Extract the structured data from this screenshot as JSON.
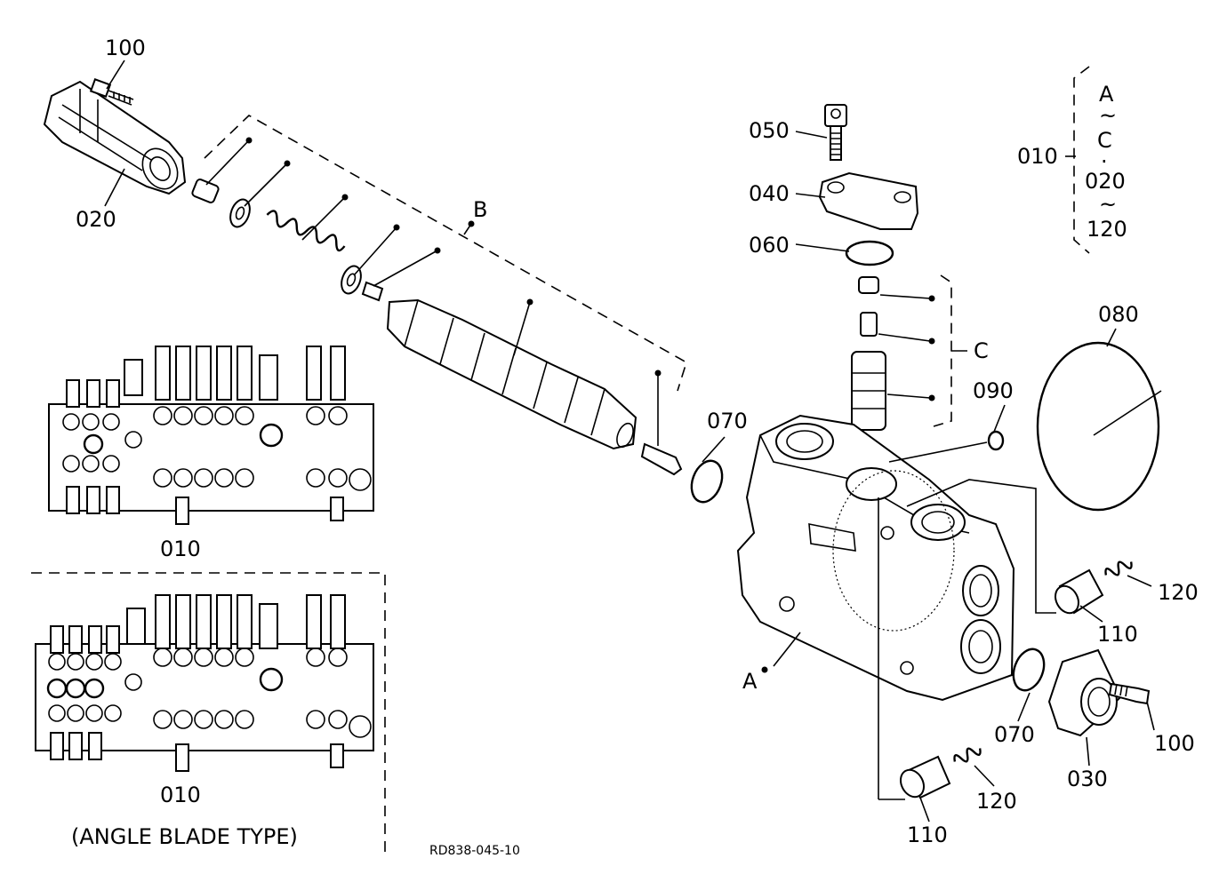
{
  "drawing": {
    "ref_code": "RD838-045-10",
    "variant_caption": "(ANGLE BLADE TYPE)"
  },
  "callouts": {
    "p100_top": "100",
    "p020": "020",
    "groupB": "B",
    "p050": "050",
    "p040": "040",
    "p060": "060",
    "groupC": "C",
    "p070_top": "070",
    "p090": "090",
    "p080": "080",
    "p120_right": "120",
    "p110_right": "110",
    "groupA": "A",
    "p070_bottom": "070",
    "p100_right": "100",
    "p030": "030",
    "p120_bottom": "120",
    "p110_bottom": "110",
    "p010_top": "010",
    "p010_bottom": "010"
  },
  "legend": {
    "assembly_no": "010",
    "range_start": "A",
    "tilde_1": "~",
    "range_end": "C",
    "separator": "·",
    "range2_start": "020",
    "tilde_2": "~",
    "range2_end": "120"
  }
}
